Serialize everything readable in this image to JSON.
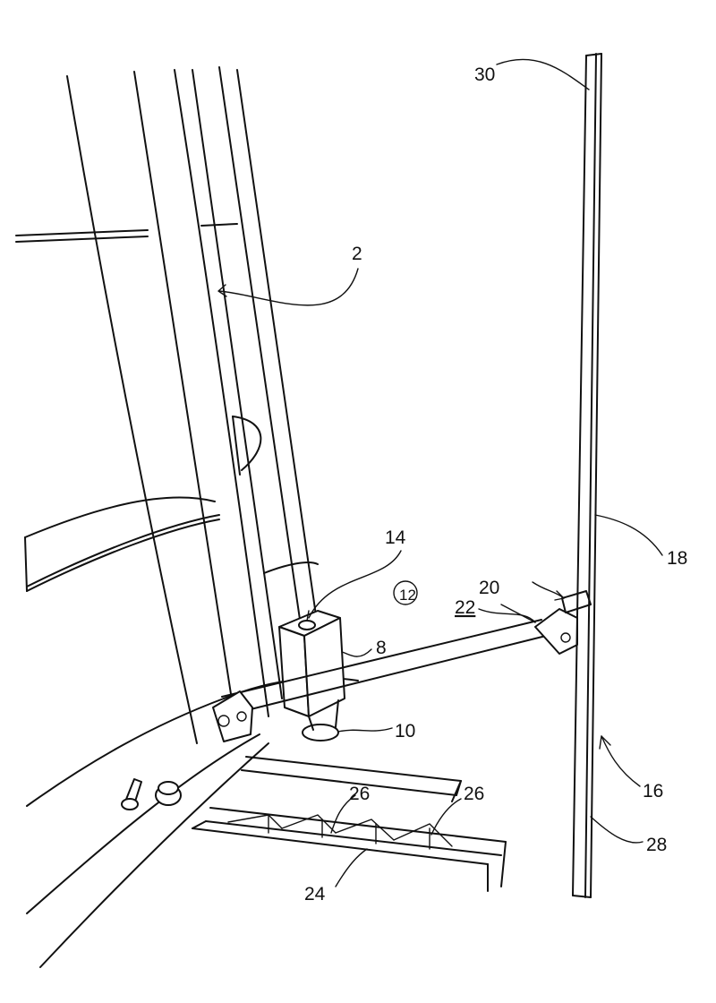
{
  "labels": {
    "l2": "2",
    "l8": "8",
    "l10": "10",
    "l12": "12",
    "l14": "14",
    "l16": "16",
    "l18": "18",
    "l20": "20",
    "l22": "22",
    "l24": "24",
    "l26a": "26",
    "l26b": "26",
    "l28": "28",
    "l30": "30"
  },
  "colors": {
    "line": "#111111",
    "background": "#ffffff"
  }
}
